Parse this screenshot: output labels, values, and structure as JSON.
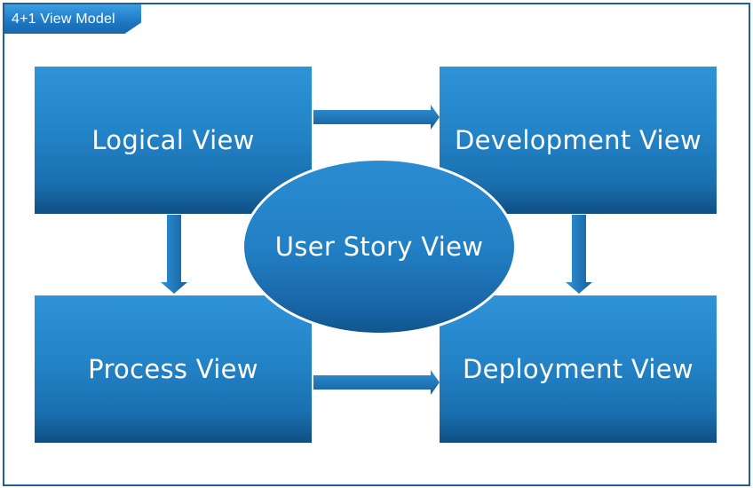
{
  "tab_label": "4+1 View Model",
  "views": {
    "logical": "Logical View",
    "development": "Development View",
    "process": "Process View",
    "deployment": "Deployment View",
    "user_story": "User Story View"
  },
  "colors": {
    "box_top": "#2f93d8",
    "box_bottom": "#0f4f84",
    "frame": "#1f5f9a",
    "text": "#ffffff"
  }
}
